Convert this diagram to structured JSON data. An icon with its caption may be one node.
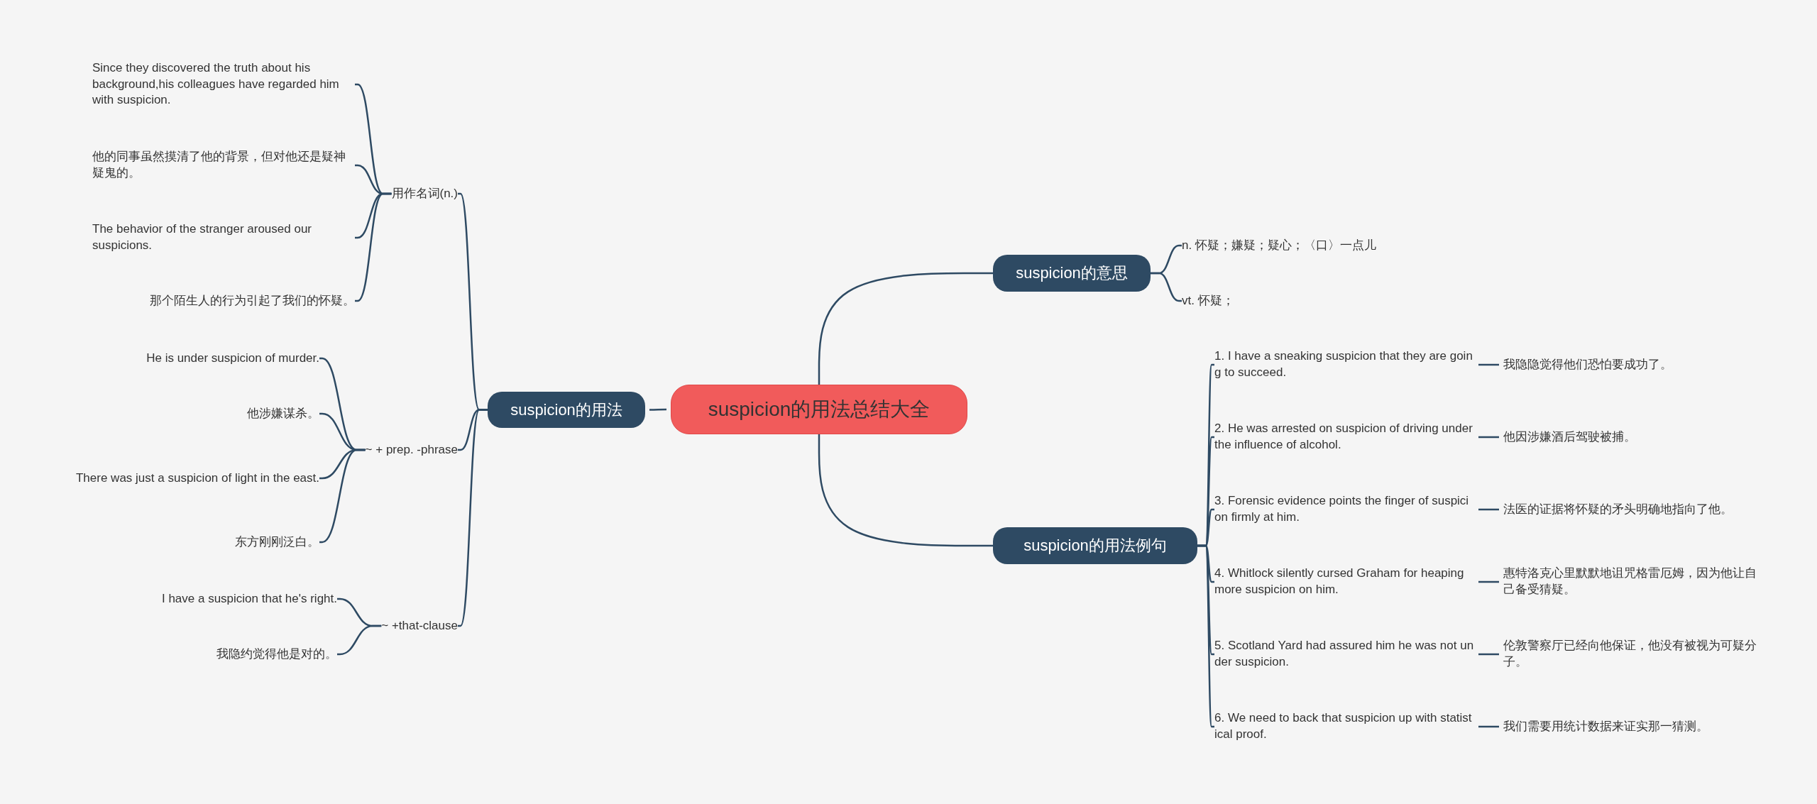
{
  "diagram": {
    "nodes": [
      {
        "text": [
          "suspicion的用法总结大全"
        ]
      },
      {
        "text": [
          "suspicion的意思"
        ]
      },
      {
        "text": [
          "n. 怀疑；嫌疑；疑心；〈口〉一点儿"
        ]
      },
      {
        "text": [
          "vt. 怀疑；"
        ]
      },
      {
        "text": [
          "suspicion的用法例句"
        ]
      },
      {
        "text": [
          "1. I have a sneaking suspicion that they are going to succeed."
        ]
      },
      {
        "text": [
          "我隐隐觉得他们恐怕要成功了。"
        ]
      },
      {
        "text": [
          "2. He was arrested on suspicion of driving under the influence of alcohol."
        ]
      },
      {
        "text": [
          "他因涉嫌酒后驾驶被捕。"
        ]
      },
      {
        "text": [
          "3. Forensic evidence points the finger of suspicion firmly at him."
        ]
      },
      {
        "text": [
          "法医的证据将怀疑的矛头明确地指向了他。"
        ]
      },
      {
        "text": [
          "4. Whitlock silently cursed Graham for heaping more suspicion on him."
        ]
      },
      {
        "text": [
          "惠特洛克心里默默地诅咒格雷厄姆，因为他让自己备受猜疑。"
        ]
      },
      {
        "text": [
          "5. Scotland Yard had assured him he was not under suspicion."
        ]
      },
      {
        "text": [
          "伦敦警察厅已经向他保证，他没有被视为可疑分子。"
        ]
      },
      {
        "text": [
          "6. We need to back that suspicion up with statistical proof."
        ]
      },
      {
        "text": [
          "我们需要用统计数据来证实那一猜测。"
        ]
      },
      {
        "text": [
          "suspicion的用法"
        ]
      },
      {
        "text": [
          "用作名词(n.)"
        ]
      },
      {
        "text": [
          "Since they discovered the truth about his background,his colleagues have regarded  him with suspicion."
        ]
      },
      {
        "text": [
          "他的同事虽然摸清了他的背景，但对他还是疑神疑鬼的。"
        ]
      },
      {
        "text": [
          "The behavior of the stranger aroused our  suspicions."
        ]
      },
      {
        "text": [
          "那个陌生人的行为引起了我们的怀疑。"
        ]
      },
      {
        "text": [
          "~ + prep. -phrase"
        ]
      },
      {
        "text": [
          "He is under suspicion of murder."
        ]
      },
      {
        "text": [
          "他涉嫌谋杀。"
        ]
      },
      {
        "text": [
          "There was just a suspicion of light in the east."
        ]
      },
      {
        "text": [
          "东方刚刚泛白。"
        ]
      },
      {
        "text": [
          "~ +that-clause"
        ]
      },
      {
        "text": [
          "I have a suspicion that he's right."
        ]
      },
      {
        "text": [
          "我隐约觉得他是对的。"
        ]
      }
    ],
    "edges": [
      {
        "from": 0,
        "to": 1,
        "arrow": "none"
      },
      {
        "from": 1,
        "to": 2,
        "arrow": "none"
      },
      {
        "from": 1,
        "to": 3,
        "arrow": "none"
      },
      {
        "from": 0,
        "to": 4,
        "arrow": "none"
      },
      {
        "from": 4,
        "to": 5,
        "arrow": "none"
      },
      {
        "from": 5,
        "to": 6,
        "arrow": "none"
      },
      {
        "from": 4,
        "to": 7,
        "arrow": "none"
      },
      {
        "from": 7,
        "to": 8,
        "arrow": "none"
      },
      {
        "from": 4,
        "to": 9,
        "arrow": "none"
      },
      {
        "from": 9,
        "to": 10,
        "arrow": "none"
      },
      {
        "from": 4,
        "to": 11,
        "arrow": "none"
      },
      {
        "from": 11,
        "to": 12,
        "arrow": "none"
      },
      {
        "from": 4,
        "to": 13,
        "arrow": "none"
      },
      {
        "from": 13,
        "to": 14,
        "arrow": "none"
      },
      {
        "from": 4,
        "to": 15,
        "arrow": "none"
      },
      {
        "from": 15,
        "to": 16,
        "arrow": "none"
      },
      {
        "from": 0,
        "to": 17,
        "arrow": "none"
      },
      {
        "from": 17,
        "to": 18,
        "arrow": "none"
      },
      {
        "from": 18,
        "to": 19,
        "arrow": "none"
      },
      {
        "from": 18,
        "to": 20,
        "arrow": "none"
      },
      {
        "from": 18,
        "to": 21,
        "arrow": "none"
      },
      {
        "from": 18,
        "to": 22,
        "arrow": "none"
      },
      {
        "from": 17,
        "to": 23,
        "arrow": "none"
      },
      {
        "from": 23,
        "to": 24,
        "arrow": "none"
      },
      {
        "from": 23,
        "to": 25,
        "arrow": "none"
      },
      {
        "from": 23,
        "to": 26,
        "arrow": "none"
      },
      {
        "from": 23,
        "to": 27,
        "arrow": "none"
      },
      {
        "from": 17,
        "to": 28,
        "arrow": "none"
      },
      {
        "from": 28,
        "to": 29,
        "arrow": "none"
      },
      {
        "from": 28,
        "to": 30,
        "arrow": "none"
      }
    ]
  }
}
